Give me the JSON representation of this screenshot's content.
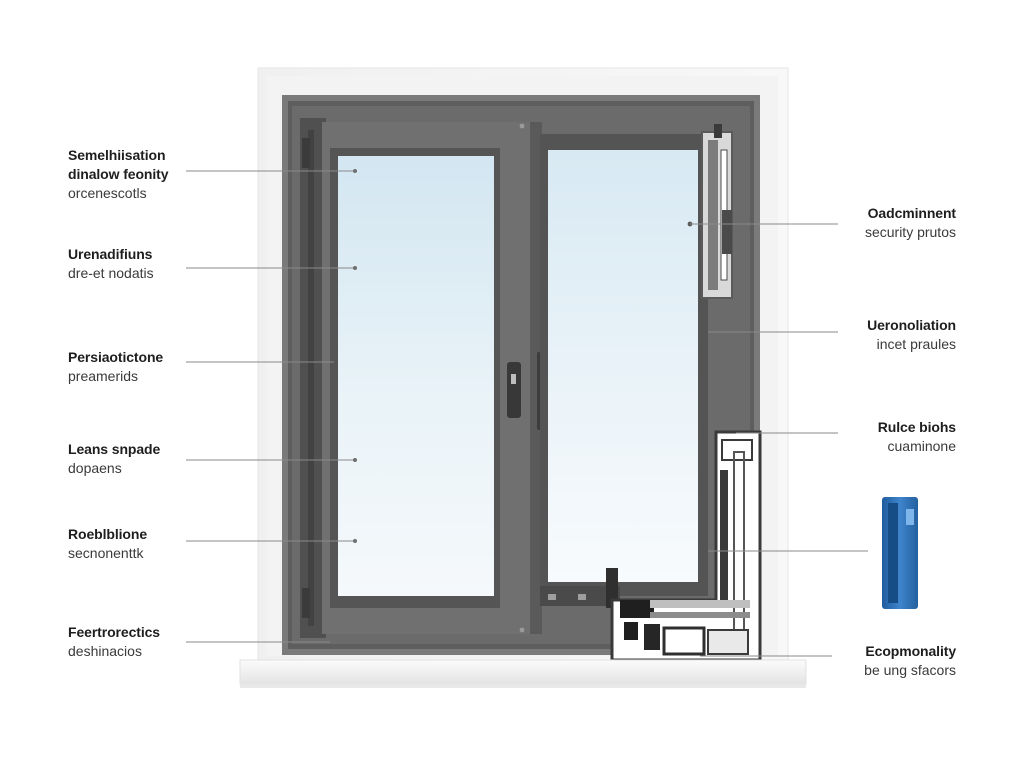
{
  "left_callouts": [
    {
      "line1": "Semelhiisation",
      "line2": "dinalow feonity",
      "line3": "orcenescotls"
    },
    {
      "line1": "Urenadifiuns",
      "line2": "dre-et nodatis"
    },
    {
      "line1": "Persiaotictone",
      "line2": "preamerids"
    },
    {
      "line1": "Leans snpade",
      "line2": "dopaens"
    },
    {
      "line1": "Roeblblione",
      "line2": "secnonenttk"
    },
    {
      "line1": "Feertrorectics",
      "line2": "deshinacios"
    }
  ],
  "right_callouts": [
    {
      "line1": "Oadcminnent",
      "line2": "security prutos"
    },
    {
      "line1": "Ueronoliation",
      "line2": "incet praules"
    },
    {
      "line1": "Rulce biohs",
      "line2": "cuaminone"
    },
    {
      "line1": "Ecopmonality",
      "line2": "be ung sfacors"
    }
  ],
  "colors": {
    "frame": "#6b6b6b",
    "frame_dark": "#4f4f4f",
    "wall": "#f6f6f6",
    "glass_top": "#d6e8f2",
    "glass_bottom": "#f7fbfd",
    "leader": "#8a8a8a",
    "seal_accent": "#2f6fb5"
  }
}
